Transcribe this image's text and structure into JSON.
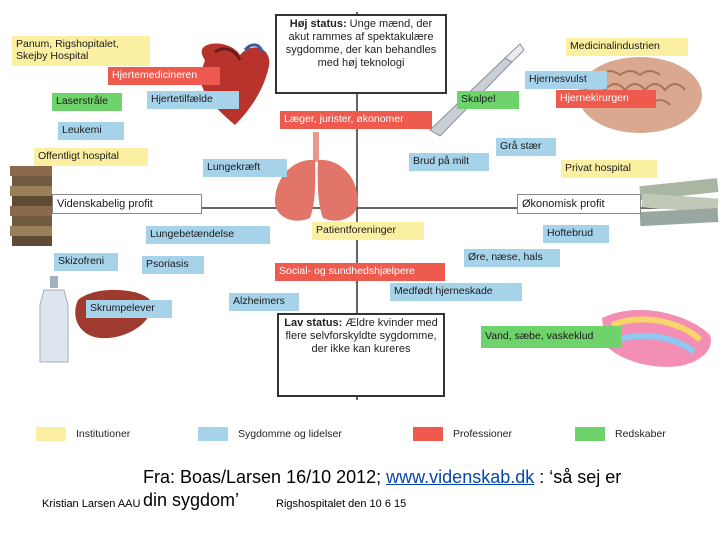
{
  "high_status": {
    "heading": "Høj status:",
    "text": "Unge mænd, der akut rammes af spektakulære sygdomme, der kan behandles med høj teknologi"
  },
  "low_status": {
    "heading": "Lav status:",
    "text": "Ældre kvinder med flere selvforskyldte sygdomme, der ikke kan kureres"
  },
  "axis": {
    "left": "Videnskabelig profit",
    "right": "Økonomisk profit"
  },
  "labels": {
    "panum": "Panum, Rigshopitalet,\nSkejby Hospital",
    "hjertemedicineren": "Hjertemedicineren",
    "laserstraale": "Laserstråle",
    "hjertetilfaelde": "Hjertetilfælde",
    "leukemi": "Leukemi",
    "offentligt": "Offentligt hospital",
    "lungekraeft": "Lungekræft",
    "laeger": "Læger, jurister, økonomer",
    "medicinal": "Medicinalindustrien",
    "hjernesvulst": "Hjernesvulst",
    "skalpel": "Skalpel",
    "hjernekirurgen": "Hjernekirurgen",
    "graa": "Grå stær",
    "brud": "Brud på milt",
    "privat": "Privat hospital",
    "lungebet": "Lungebetændelse",
    "patient": "Patientforeninger",
    "hoftebrud": "Hoftebrud",
    "skizofreni": "Skizofreni",
    "psoriasis": "Psoriasis",
    "social": "Social- og sundhedshjælpere",
    "oere": "Øre, næse, hals",
    "medfoedt": "Medfødt hjerneskade",
    "alzheimers": "Alzheimers",
    "skrumpelever": "Skrumpelever",
    "vand": "Vand, sæbe, vaskeklud"
  },
  "legend": [
    {
      "label": "Institutioner",
      "color": "#fbf0a2"
    },
    {
      "label": "Sygdomme og lidelser",
      "color": "#a6d3ea"
    },
    {
      "label": "Professioner",
      "color": "#ee5a4e"
    },
    {
      "label": "Redskaber",
      "color": "#6fd36c"
    }
  ],
  "caption": {
    "source_prefix": "Fra: Boas/Larsen 16/10 2012; ",
    "source_link": "www.videnskab.dk",
    "source_suffix": " : ‘så sej er",
    "line2": "din sygdom’",
    "author": "Kristian Larsen AAU",
    "venue": "Rigshospitalet den 10 6 15"
  }
}
